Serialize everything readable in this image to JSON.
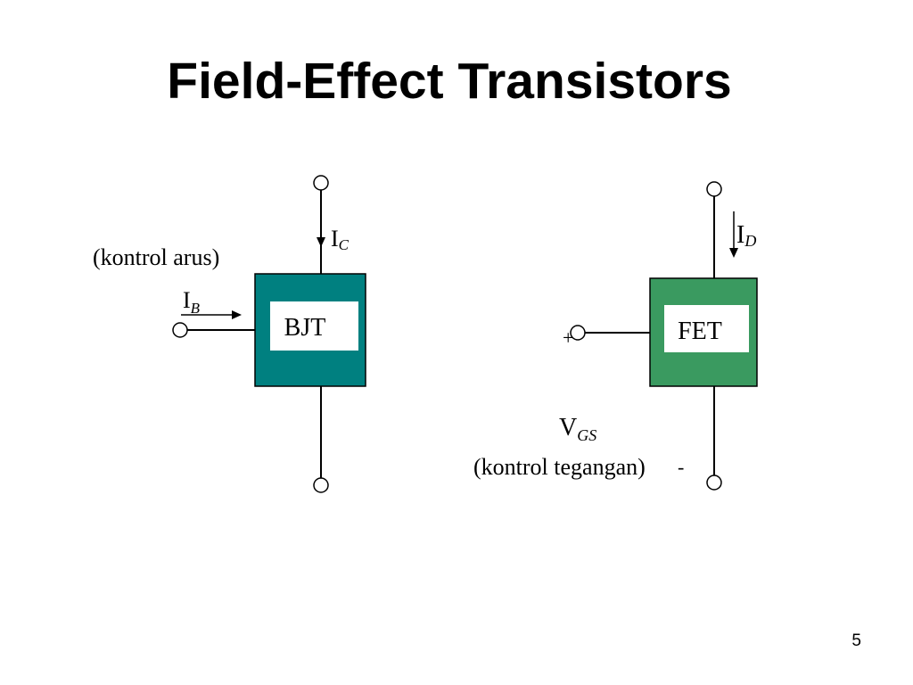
{
  "slide": {
    "title": "Field-Effect Transistors",
    "page_number": "5"
  },
  "bjt": {
    "block_label": "BJT",
    "block_color": "#008080",
    "base_current_symbol": "I",
    "base_current_subscript": "B",
    "collector_current_symbol": "I",
    "collector_current_subscript": "C",
    "control_caption": "(kontrol arus)"
  },
  "fet": {
    "block_label": "FET",
    "block_color": "#3a9a60",
    "drain_current_symbol": "I",
    "drain_current_subscript": "D",
    "gate_voltage_symbol": "V",
    "gate_voltage_subscript": "GS",
    "control_caption": "(kontrol tegangan)",
    "plus_sign": "+",
    "minus_sign": "-"
  }
}
